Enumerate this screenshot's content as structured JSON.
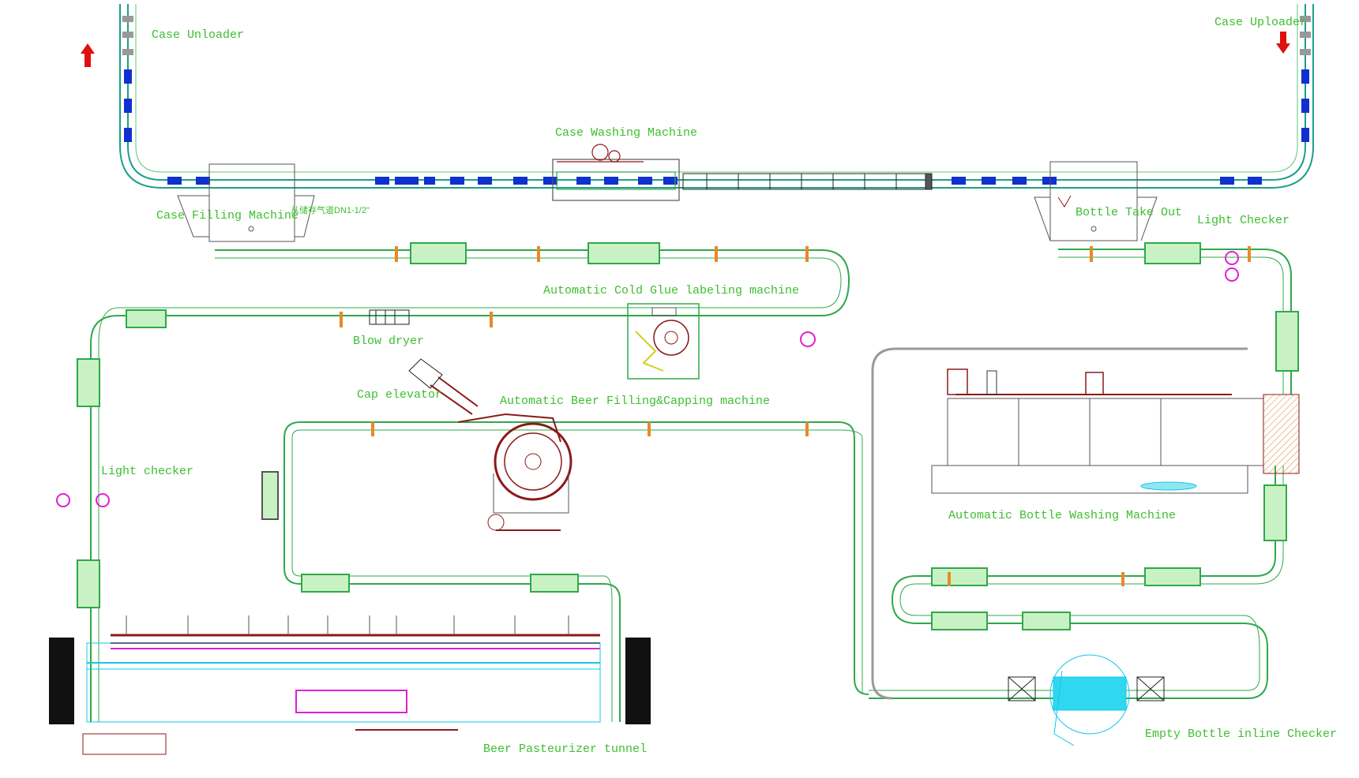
{
  "diagram": {
    "labels": {
      "case_unloader": "Case Unloader",
      "case_uploader": "Case Uploader",
      "case_washing_machine": "Case Washing Machine",
      "case_filling_machine": "Case Filling Machine",
      "bottle_take_out": "Bottle Take Out",
      "light_checker_right": "Light Checker",
      "cold_glue_labeling": "Automatic Cold Glue labeling machine",
      "blow_dryer": "Blow dryer",
      "cap_elevator": "Cap elevator",
      "beer_filling_capping": "Automatic Beer Filling&Capping machine",
      "light_checker_left": "Light checker",
      "bottle_washing_machine": "Automatic Bottle Washing Machine",
      "empty_bottle_checker": "Empty Bottle inline Checker",
      "beer_pasteurizer": "Beer Pasteurizer tunnel",
      "small_note": "从储存气道DN1-1/2\""
    },
    "colors": {
      "case_conveyor": "#1f9e8a",
      "bottle_conveyor": "#2fa84a",
      "conveyor_fill": "#c9f2c4",
      "machine_red": "#8b1a1a",
      "case_blue": "#1030d0",
      "label_green": "#3cbf2e",
      "magenta": "#e020d0",
      "cyan": "#10c8e8",
      "grey_line": "#9a9a9a",
      "arrow_red": "#e01010"
    },
    "icons": {
      "unload_arrow": "arrow-up-icon",
      "upload_arrow": "arrow-down-icon"
    }
  }
}
